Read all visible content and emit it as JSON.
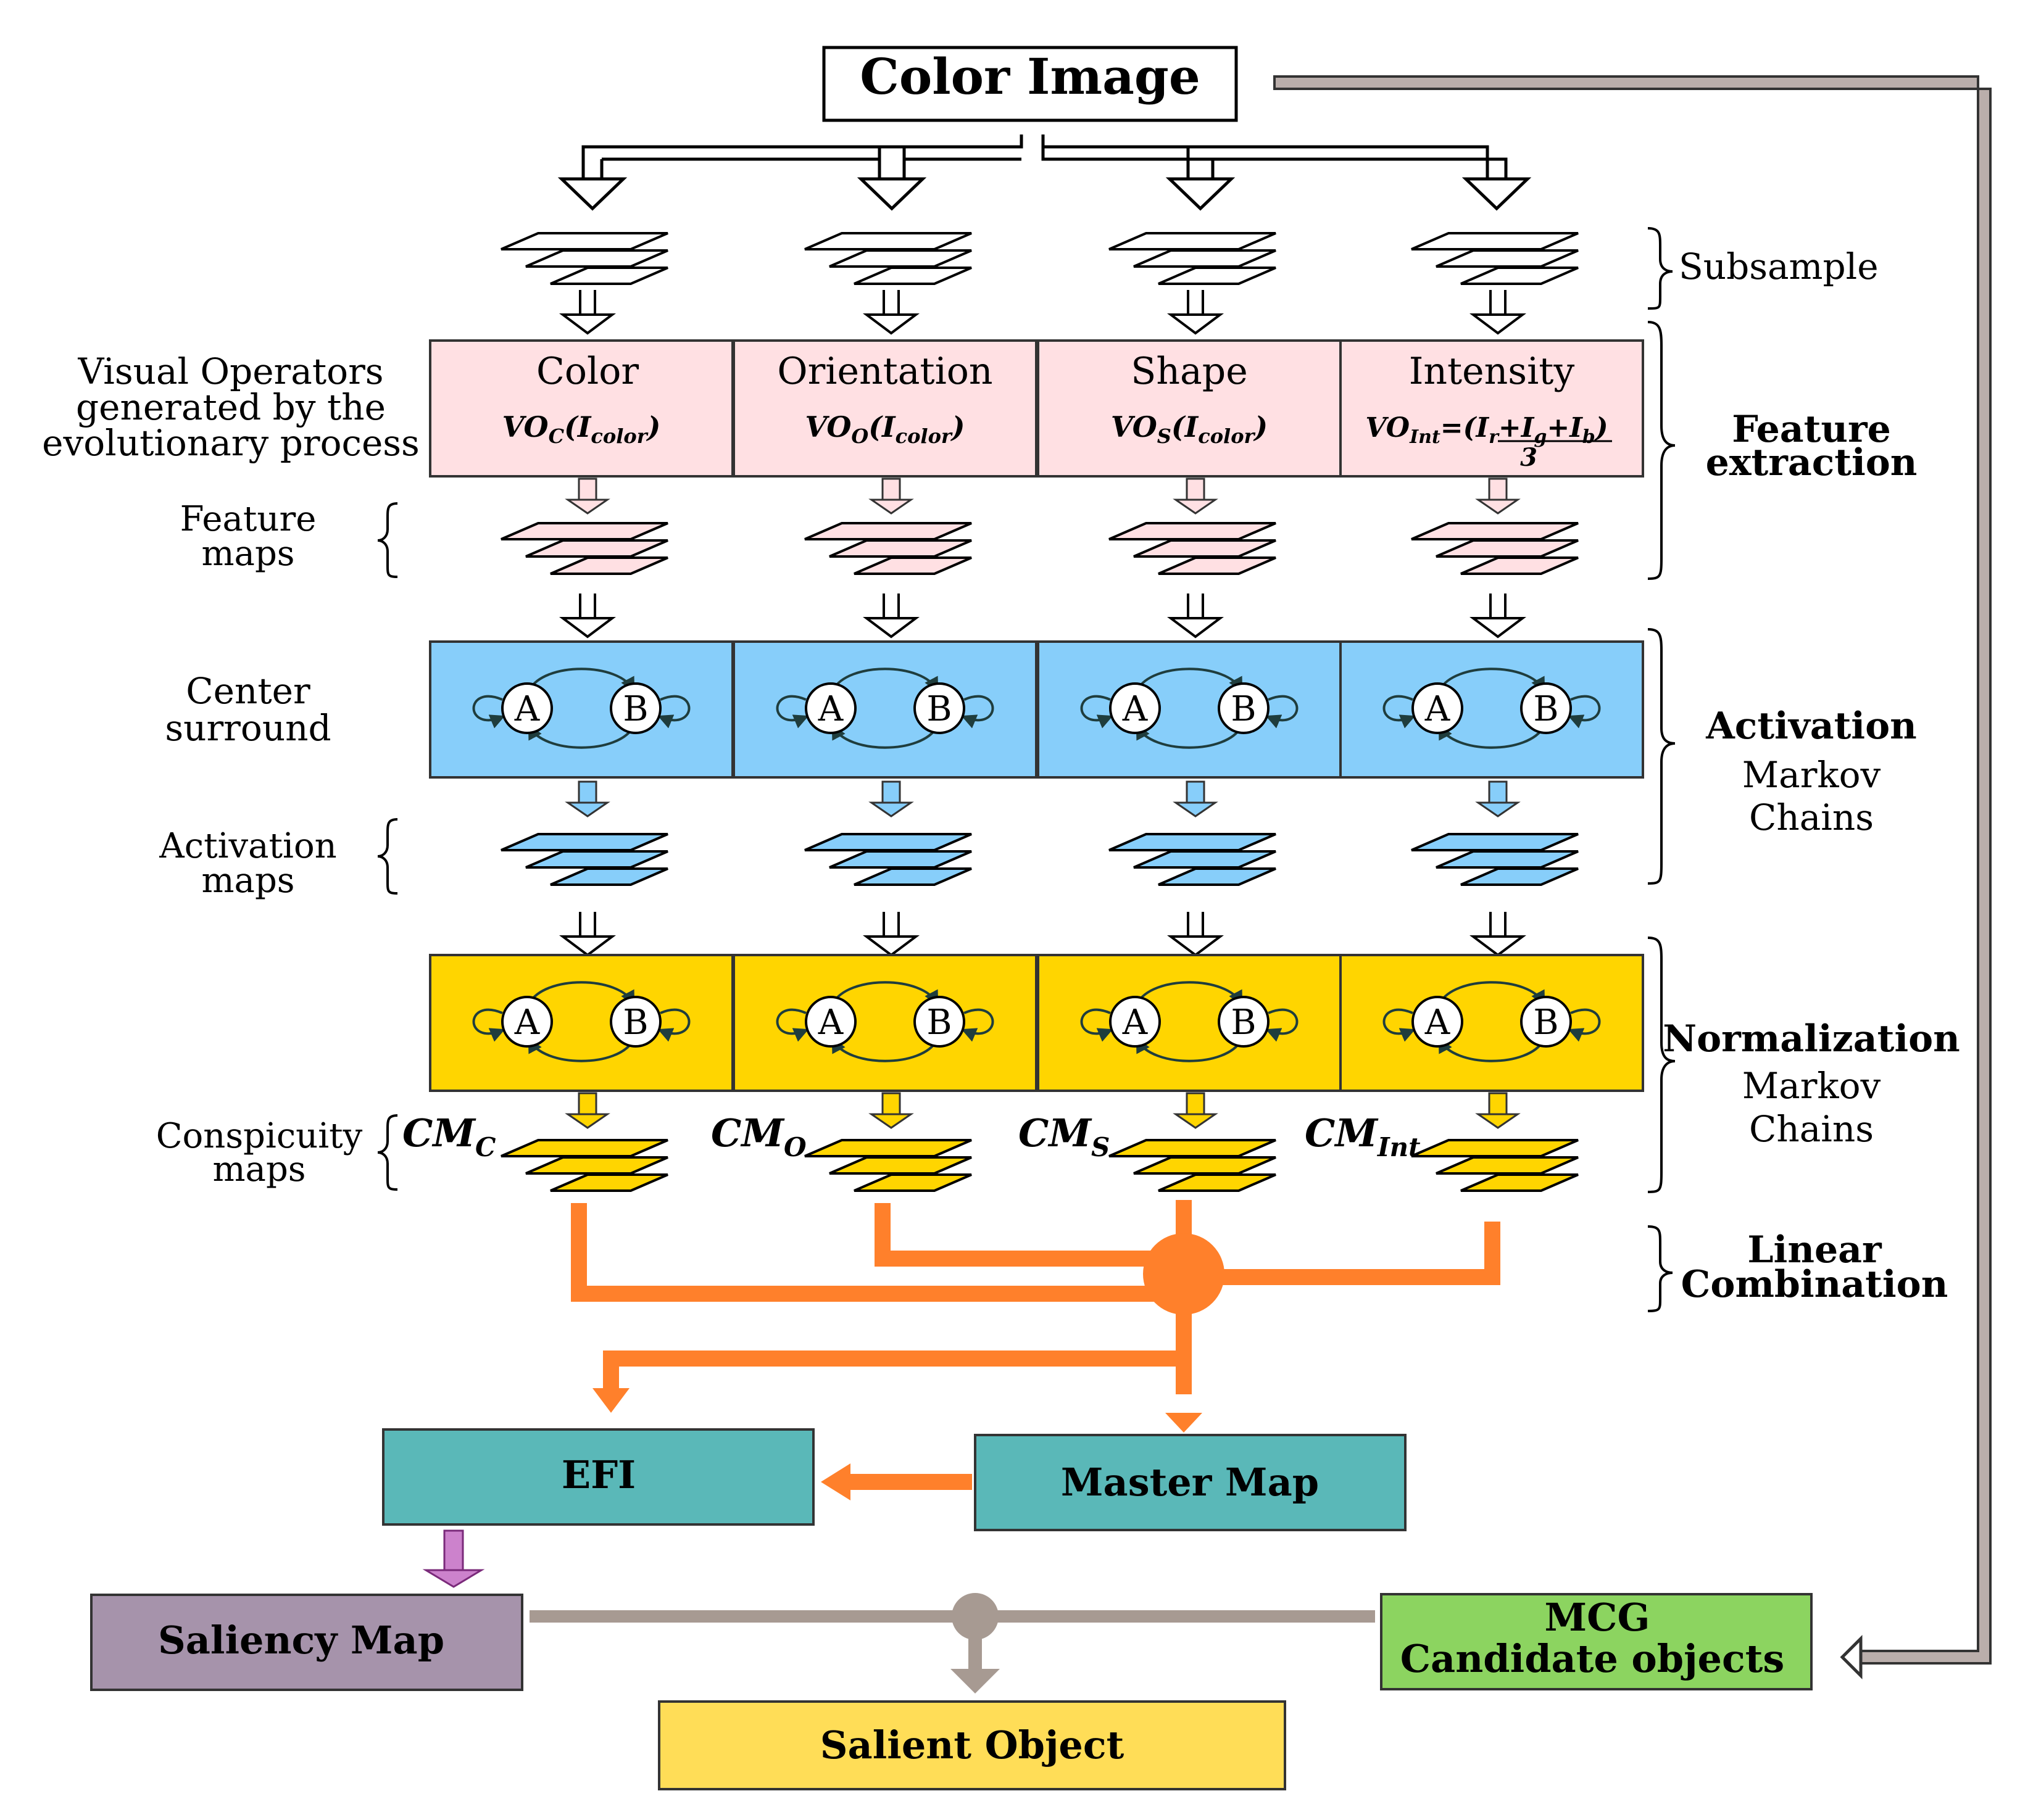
{
  "source": {
    "title": "Color Image"
  },
  "brackets": {
    "subsample": "Subsample",
    "feature_extraction": [
      "Feature",
      "extraction"
    ],
    "activation": {
      "title": "Activation",
      "sub": [
        "Markov",
        "Chains"
      ]
    },
    "normalization": {
      "title": "Normalization",
      "sub": [
        "Markov",
        "Chains"
      ]
    },
    "linear_combination": [
      "Linear",
      "Combination"
    ]
  },
  "left_labels": {
    "visual_operators": [
      "Visual Operators",
      "generated by the",
      "evolutionary process"
    ],
    "feature_maps": [
      "Feature",
      "maps"
    ],
    "center_surround": [
      "Center",
      "surround"
    ],
    "activation_maps": [
      "Activation",
      "maps"
    ],
    "conspicuity_maps": [
      "Conspicuity",
      "maps"
    ]
  },
  "operators": [
    {
      "name": "Color",
      "formula_main": "VO",
      "formula_sub": "C",
      "formula_arg_open": "(I",
      "formula_arg_sub": "color",
      "formula_arg_close": ")"
    },
    {
      "name": "Orientation",
      "formula_main": "VO",
      "formula_sub": "O",
      "formula_arg_open": "(I",
      "formula_arg_sub": "color",
      "formula_arg_close": ")"
    },
    {
      "name": "Shape",
      "formula_main": "VO",
      "formula_sub": "S",
      "formula_arg_open": "(I",
      "formula_arg_sub": "color",
      "formula_arg_close": ")"
    },
    {
      "name": "Intensity",
      "formula_main": "VO",
      "formula_sub": "Int",
      "formula_arg_open": "=(I",
      "formula_arg_sub": "r",
      "formula_plus1": "+I",
      "formula_sub2": "g",
      "formula_plus2": "+I",
      "formula_sub3": "b",
      "formula_arg_close": ")",
      "formula_denominator": "3"
    }
  ],
  "markov": {
    "node_a": "A",
    "node_b": "B"
  },
  "conspicuity": [
    {
      "main": "CM",
      "sub": "C"
    },
    {
      "main": "CM",
      "sub": "O"
    },
    {
      "main": "CM",
      "sub": "S"
    },
    {
      "main": "CM",
      "sub": "Int"
    }
  ],
  "outputs": {
    "efi": "EFI",
    "master_map": "Master Map",
    "saliency_map": "Saliency Map",
    "mcg": [
      "MCG",
      "Candidate objects"
    ],
    "salient_object": "Salient Object"
  },
  "colors": {
    "feature": "#ffe0e3",
    "activation": "#87cefa",
    "normalization": "#ffd500",
    "orange": "#ff802b",
    "teal": "#5ab8b8",
    "saliency": "#a693ab",
    "mcg": "#8cd460",
    "salient": "#ffdd57",
    "gray_link": "#a79a92",
    "feedback": "#baaeab",
    "purple_arrow": "#cc82cc"
  }
}
